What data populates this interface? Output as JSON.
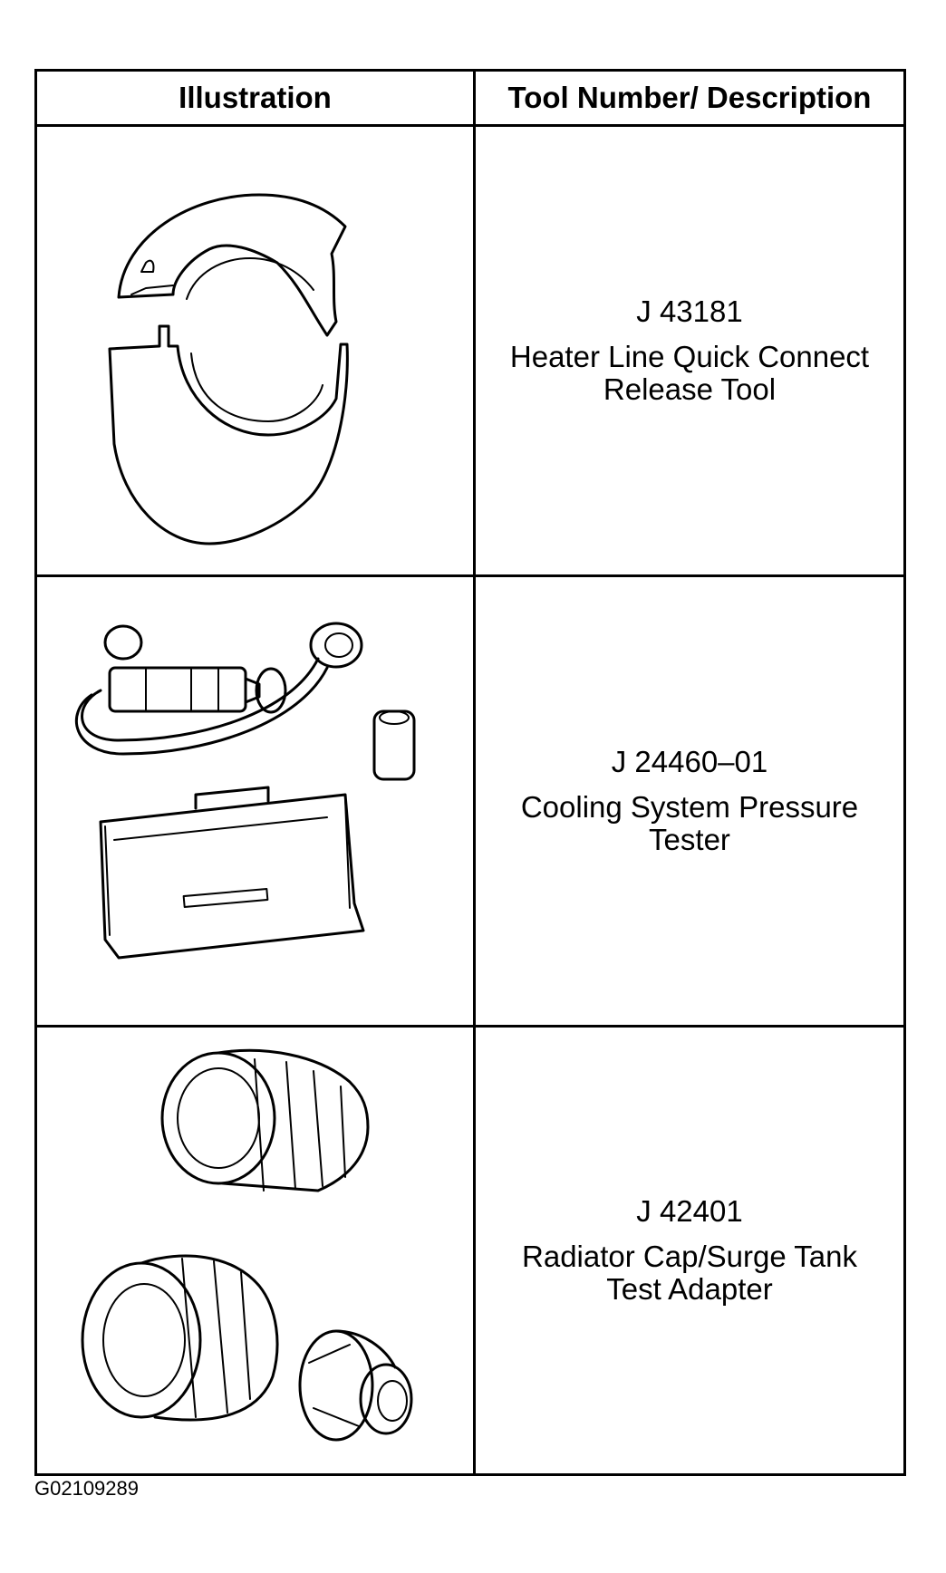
{
  "table": {
    "headers": {
      "illustration": "Illustration",
      "tool": "Tool Number/ Description"
    },
    "rows": [
      {
        "number": "J 43181",
        "description": "Heater Line Quick Connect\nRelease Tool"
      },
      {
        "number": "J  24460–01",
        "description": "Cooling System Pressure\nTester"
      },
      {
        "number": "J 42401",
        "description": "Radiator Cap/Surge Tank\nTest Adapter"
      }
    ]
  },
  "figure_code": "G02109289"
}
